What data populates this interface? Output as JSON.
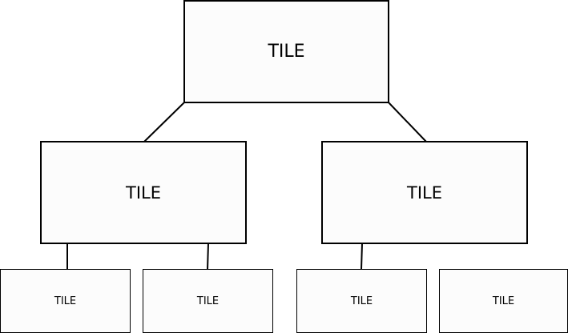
{
  "diagram": {
    "type": "tree",
    "nodes": [
      {
        "id": "root",
        "label": "TILE",
        "level": 0
      },
      {
        "id": "left",
        "label": "TILE",
        "level": 1,
        "parent": "root"
      },
      {
        "id": "right",
        "label": "TILE",
        "level": 1,
        "parent": "root"
      },
      {
        "id": "left-left",
        "label": "TILE",
        "level": 2,
        "parent": "left"
      },
      {
        "id": "left-right",
        "label": "TILE",
        "level": 2,
        "parent": "left"
      },
      {
        "id": "right-left",
        "label": "TILE",
        "level": 2,
        "parent": "right"
      },
      {
        "id": "right-right",
        "label": "TILE",
        "level": 2
      }
    ],
    "colors": {
      "border": "#000000",
      "fill": "#fcfcfc",
      "background": "#ffffff"
    }
  }
}
